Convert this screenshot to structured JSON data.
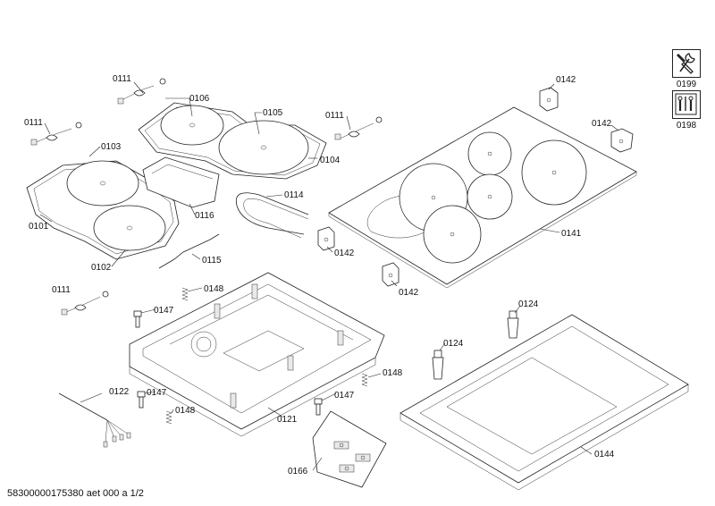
{
  "parts": {
    "p0111a": "0111",
    "p0111b": "0111",
    "p0111c": "0111",
    "p0111d": "0111",
    "p0106": "0106",
    "p0105": "0105",
    "p0104": "0104",
    "p0103": "0103",
    "p0101": "0101",
    "p0102": "0102",
    "p0116": "0116",
    "p0114": "0114",
    "p0115": "0115",
    "p0142a": "0142",
    "p0142b": "0142",
    "p0142c": "0142",
    "p0142d": "0142",
    "p0141": "0141",
    "p0148a": "0148",
    "p0148b": "0148",
    "p0148c": "0148",
    "p0147a": "0147",
    "p0147b": "0147",
    "p0147c": "0147",
    "p0122": "0122",
    "p0121": "0121",
    "p0166": "0166",
    "p0124a": "0124",
    "p0124b": "0124",
    "p0144": "0144"
  },
  "side": {
    "tools_label": "0199",
    "docs_label": "0198"
  },
  "icons": {
    "tools": "wrench-screwdriver-icon",
    "docs": "manual-tools-icon"
  },
  "footer": "58300000175380 aet 000 a 1/2"
}
